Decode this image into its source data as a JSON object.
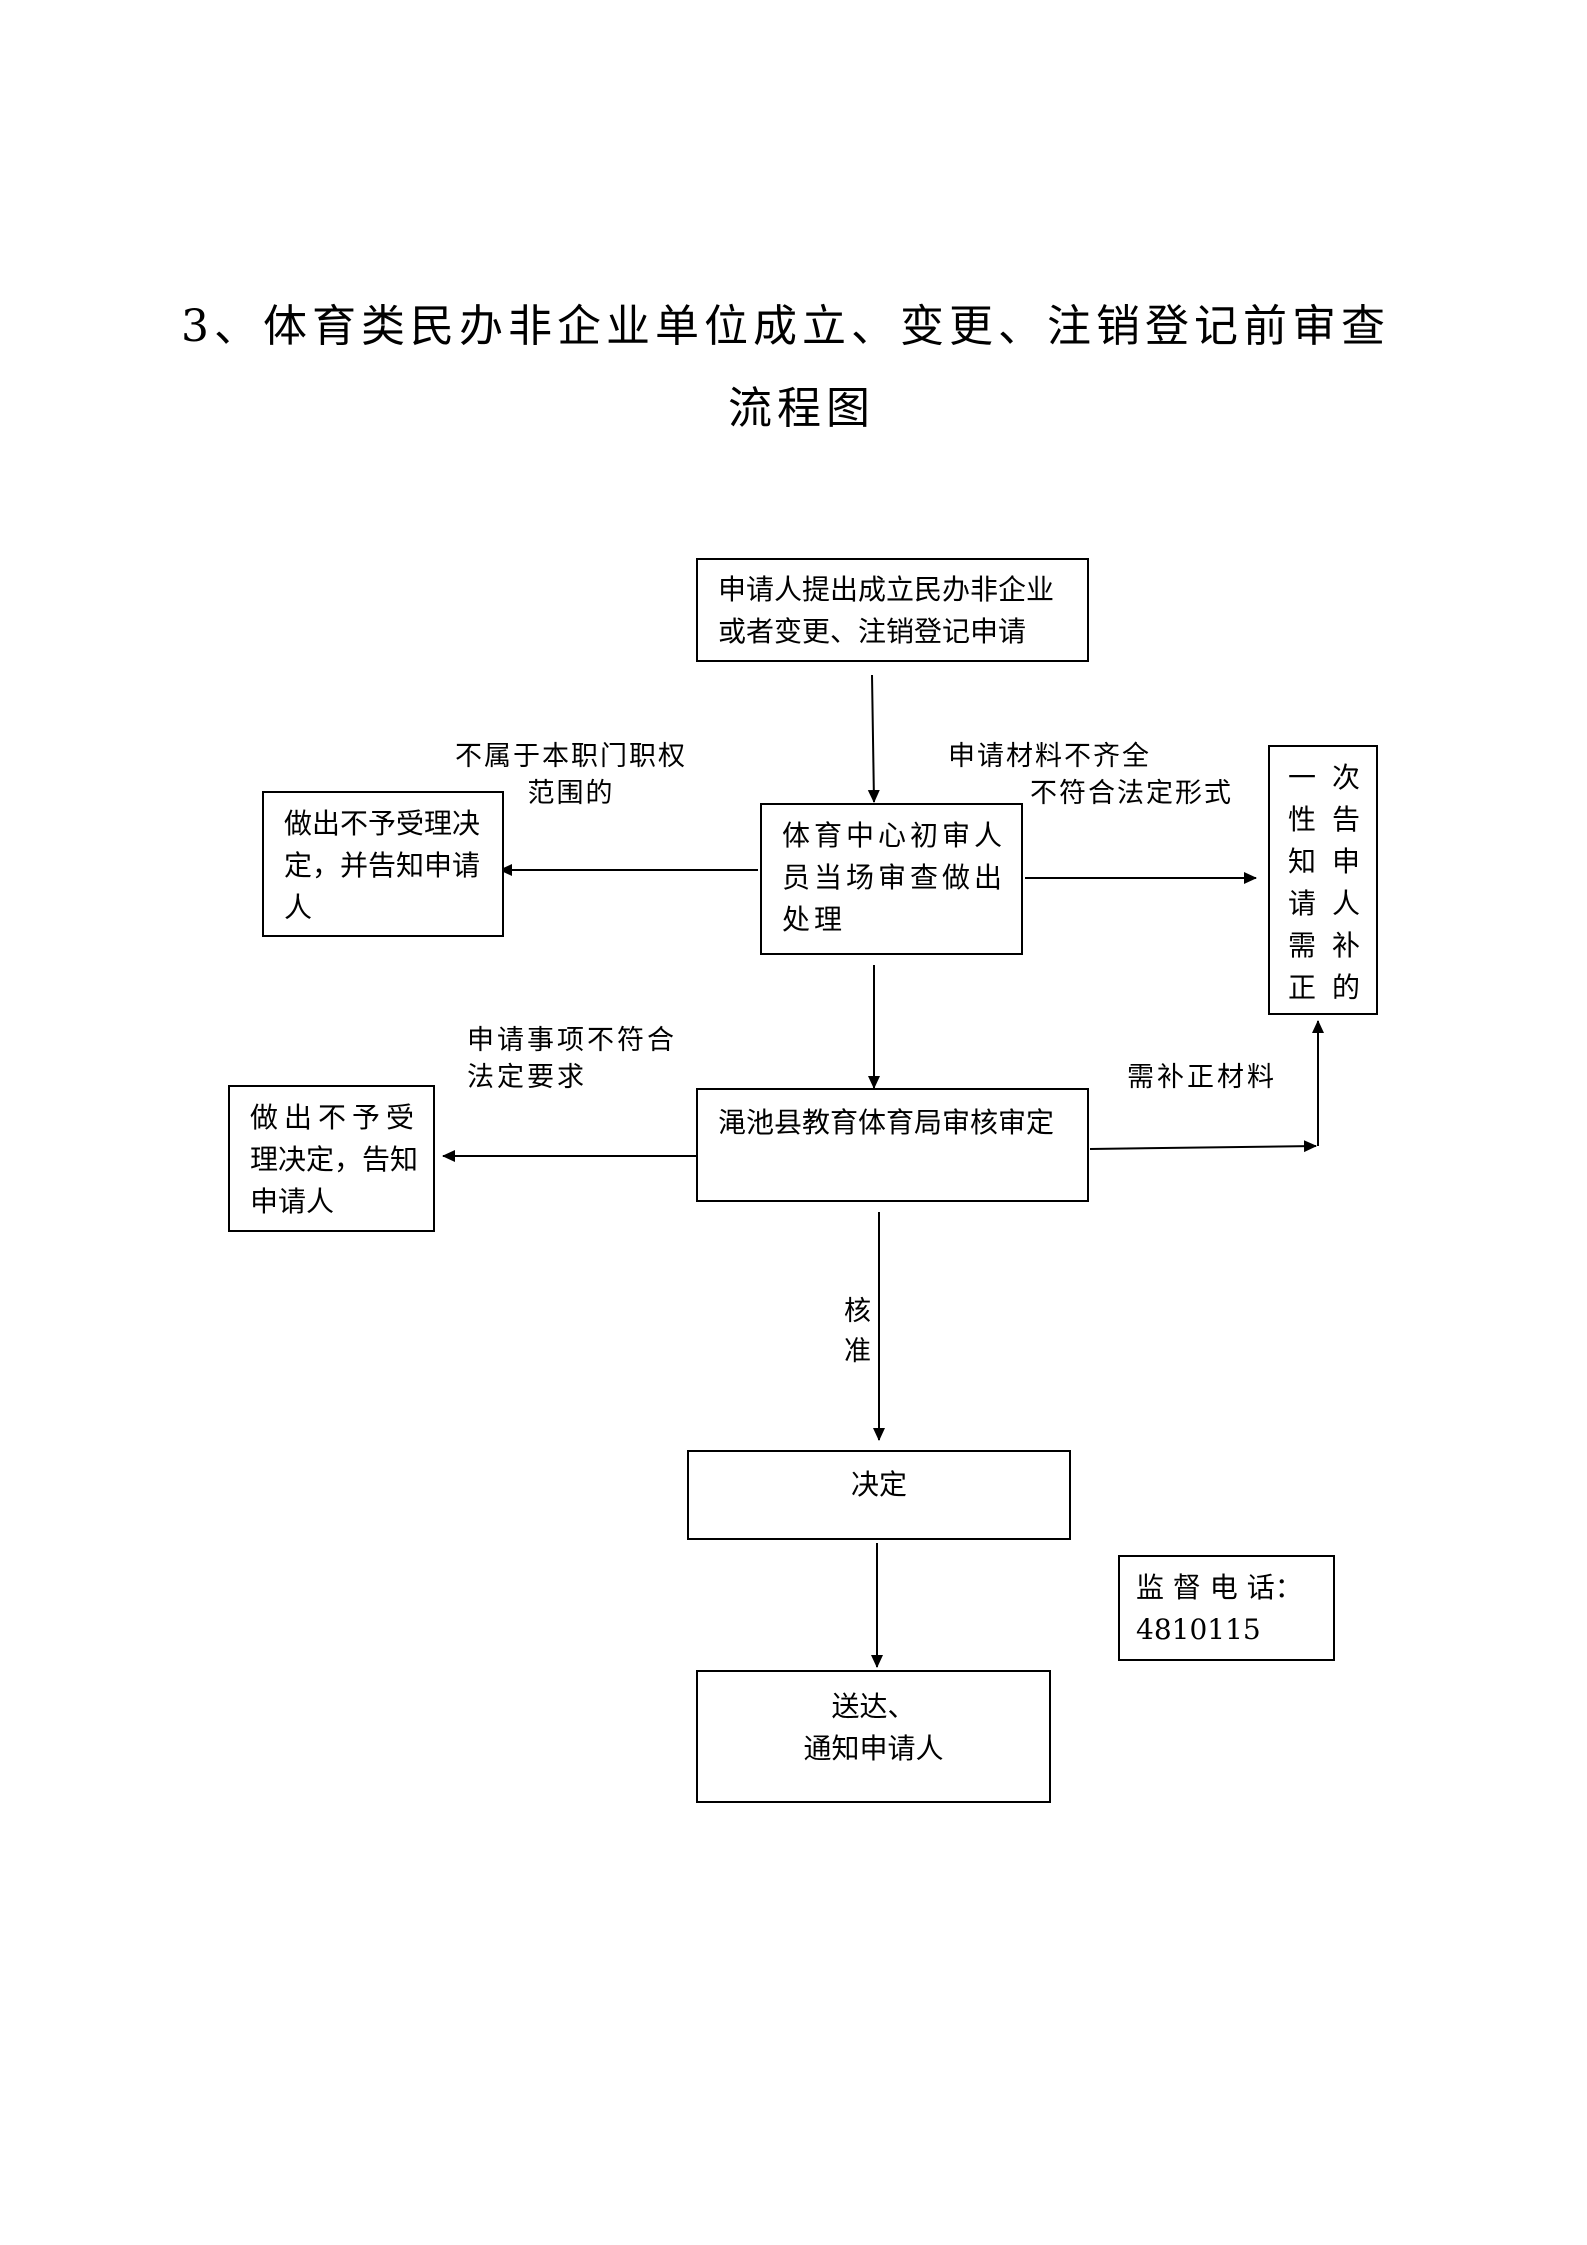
{
  "title": {
    "line1": "3、体育类民办非企业单位成立、变更、注销登记前审查",
    "line2": "流程图"
  },
  "nodes": {
    "apply": [
      "申请人提出成立民办非企业",
      "或者变更、注销登记申请"
    ],
    "initial_review": [
      "体育中心初审人",
      "员当场审查做出",
      "处理"
    ],
    "reject_1": [
      "做出不予受理决",
      "定，并告知申请",
      "人"
    ],
    "notify_supplement_left": [
      "一",
      "性",
      "知",
      "请",
      "需",
      "正"
    ],
    "notify_supplement_right": [
      "次",
      "告",
      "申",
      "人",
      "补",
      "的"
    ],
    "bureau_review": [
      "渑池县教育体育局审核审定"
    ],
    "reject_2": [
      "做出不予受",
      "理决定，告知",
      "申请人"
    ],
    "decision": [
      "决定"
    ],
    "deliver": [
      "送达、",
      "通知申请人"
    ],
    "supervision": [
      "监 督 电 话：",
      "4810115"
    ]
  },
  "edge_labels": {
    "out_of_scope": [
      "不属于本职门职权",
      "范围的"
    ],
    "incomplete": [
      "申请材料不齐全",
      "不符合法定形式"
    ],
    "not_compliant": [
      "申请事项不符合",
      "法定要求"
    ],
    "need_supplement": "需补正材料",
    "approved": [
      "核",
      "准"
    ]
  }
}
